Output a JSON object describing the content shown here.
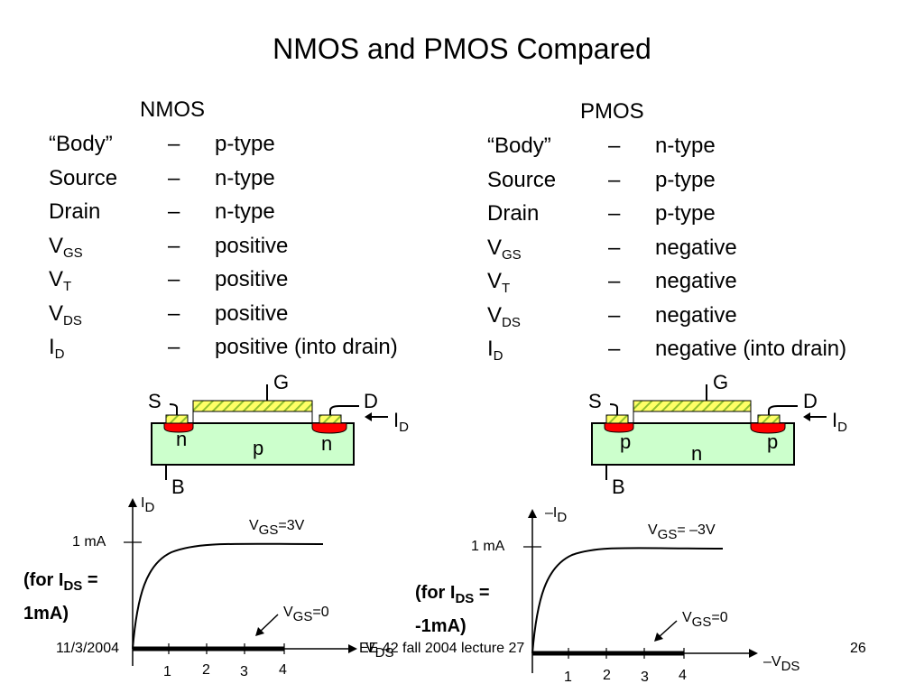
{
  "title": "NMOS and PMOS Compared",
  "nmos": {
    "heading": "NMOS",
    "rows": [
      {
        "name": "“Body”",
        "sub": "",
        "dash": "–",
        "value": "p-type"
      },
      {
        "name": "Source",
        "sub": "",
        "dash": "–",
        "value": "n-type"
      },
      {
        "name": "Drain",
        "sub": "",
        "dash": "–",
        "value": "n-type"
      },
      {
        "name": "V",
        "sub": "GS",
        "dash": "–",
        "value": "positive"
      },
      {
        "name": "V",
        "sub": "T",
        "dash": "–",
        "value": "positive"
      },
      {
        "name": "V",
        "sub": "DS",
        "dash": "–",
        "value": "positive"
      },
      {
        "name": "I",
        "sub": "D",
        "dash": "–",
        "value": "positive (into drain)"
      }
    ],
    "device": {
      "g": "G",
      "s": "S",
      "d": "D",
      "b": "B",
      "id_main": "I",
      "id_sub": "D",
      "source_region": "n",
      "drain_region": "n",
      "body_region": "p"
    },
    "graph": {
      "y_axis_main": "I",
      "y_axis_sub": "D",
      "x_axis_main": "V",
      "x_axis_sub": "DS",
      "y_tick": "1 mA",
      "x_ticks": [
        "1",
        "2",
        "3",
        "4"
      ],
      "curve_label_main": "V",
      "curve_label_sub": "GS",
      "curve_label_rest": "=3V",
      "zero_label_main": "V",
      "zero_label_sub": "GS",
      "zero_label_rest": "=0",
      "note_line1_main": "(for I",
      "note_line1_sub": "DS",
      "note_line1_rest": " =",
      "note_line2": "1mA)"
    }
  },
  "pmos": {
    "heading": "PMOS",
    "rows": [
      {
        "name": "“Body”",
        "sub": "",
        "dash": "–",
        "value": "n-type"
      },
      {
        "name": "Source",
        "sub": "",
        "dash": "–",
        "value": "p-type"
      },
      {
        "name": "Drain",
        "sub": "",
        "dash": "–",
        "value": "p-type"
      },
      {
        "name": "V",
        "sub": "GS",
        "dash": "–",
        "value": "negative"
      },
      {
        "name": "V",
        "sub": "T",
        "dash": "–",
        "value": "negative"
      },
      {
        "name": "V",
        "sub": "DS",
        "dash": "–",
        "value": "negative"
      },
      {
        "name": "I",
        "sub": "D",
        "dash": "–",
        "value": "negative (into drain)"
      }
    ],
    "device": {
      "g": "G",
      "s": "S",
      "d": "D",
      "b": "B",
      "id_main": "I",
      "id_sub": "D",
      "source_region": "p",
      "drain_region": "p",
      "body_region": "n"
    },
    "graph": {
      "y_axis_main": "–I",
      "y_axis_sub": "D",
      "x_axis_main": "–V",
      "x_axis_sub": "DS",
      "y_tick": "1 mA",
      "x_ticks": [
        "1",
        "2",
        "3",
        "4"
      ],
      "curve_label_main": "V",
      "curve_label_sub": "GS",
      "curve_label_rest": "= –3V",
      "zero_label_main": "V",
      "zero_label_sub": "GS",
      "zero_label_rest": "=0",
      "note_line1_main": "(for I",
      "note_line1_sub": "DS",
      "note_line1_rest": " =",
      "note_line2": "-1mA)"
    }
  },
  "footer": {
    "date": "11/3/2004",
    "course": "EE 42 fall 2004 lecture 27",
    "page": "26"
  },
  "colors": {
    "body_fill": "#ccffcc",
    "implant": "#ff0000",
    "gate_hatch": "#9acd32",
    "gate_fill": "#ffff66"
  }
}
